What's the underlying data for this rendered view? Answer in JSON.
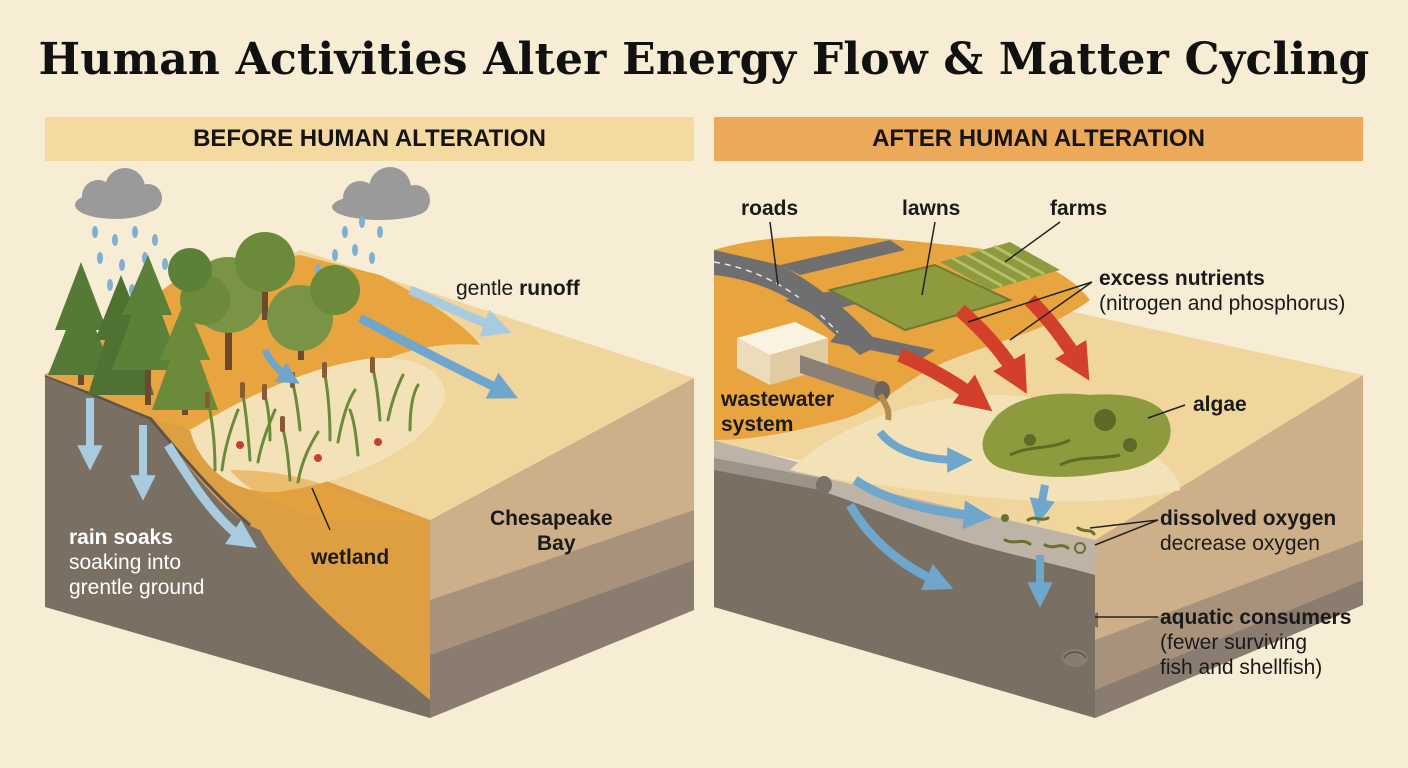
{
  "title": "Human Activities Alter Energy Flow & Matter Cycling",
  "before": {
    "header": "BEFORE HUMAN ALTERATION",
    "runoff_prefix": "gentle ",
    "runoff_bold": "runoff",
    "rain_bold": "rain soaks",
    "rain_line2": "soaking into",
    "rain_line3": "grentle ground",
    "wetland": "wetland",
    "bay_line1": "Chesapeake",
    "bay_line2": "Bay"
  },
  "after": {
    "header": "AFTER HUMAN ALTERATION",
    "roads": "roads",
    "lawns": "lawns",
    "farms": "farms",
    "nutrients_bold": "excess nutrients",
    "nutrients_sub": "(nitrogen and phosphorus)",
    "wastewater_line1": "wastewater",
    "wastewater_line2": "system",
    "algae": "algae",
    "oxygen_bold": "dissolved oxygen",
    "oxygen_sub": "decrease oxygen",
    "consumers_bold": "aquatic consumers",
    "consumers_line2": "(fewer surviving",
    "consumers_line3": "fish and shellfish)"
  },
  "colors": {
    "water_arrow": "#6fa6cc",
    "nutrient_arrow": "#d2402c",
    "land_orange": "#e8a43e",
    "bay_tan": "#f0d59c",
    "soil_dark": "#7a6f63",
    "tree_green": "#6b8a3a",
    "algae_green": "#8e9a3e"
  }
}
